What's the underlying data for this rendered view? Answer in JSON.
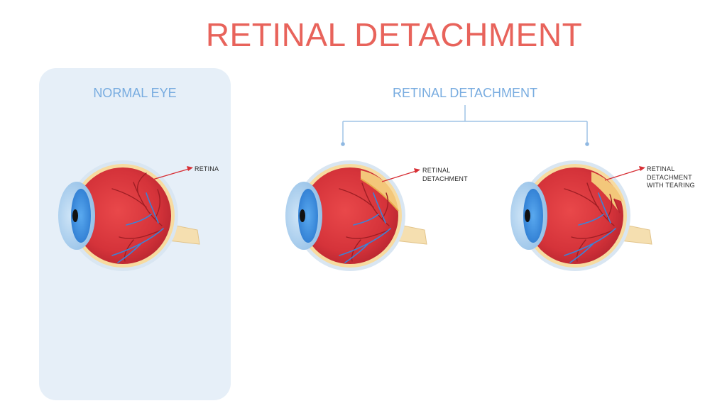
{
  "title": "RETINAL DETACHMENT",
  "normal_panel": {
    "heading": "NORMAL EYE",
    "callout": [
      "RETINA"
    ]
  },
  "detachment_group": {
    "heading": "RETINAL DETACHMENT",
    "eyes": [
      {
        "callout": [
          "RETINAL",
          "DETACHMENT"
        ]
      },
      {
        "callout": [
          "RETINAL",
          "DETACHMENT",
          "WITH TEARING"
        ]
      }
    ]
  },
  "colors": {
    "title": "#e8635b",
    "heading": "#78ace0",
    "panel": "#e6eff8",
    "eyeball": "#d9353a",
    "retina_layer": "#f7dba0",
    "sclera": "#d9e6f2",
    "iris": "#3c8ee0",
    "vessel_red": "#9f1e24",
    "vessel_blue": "#3b83d8",
    "arrow": "#d72f35"
  }
}
